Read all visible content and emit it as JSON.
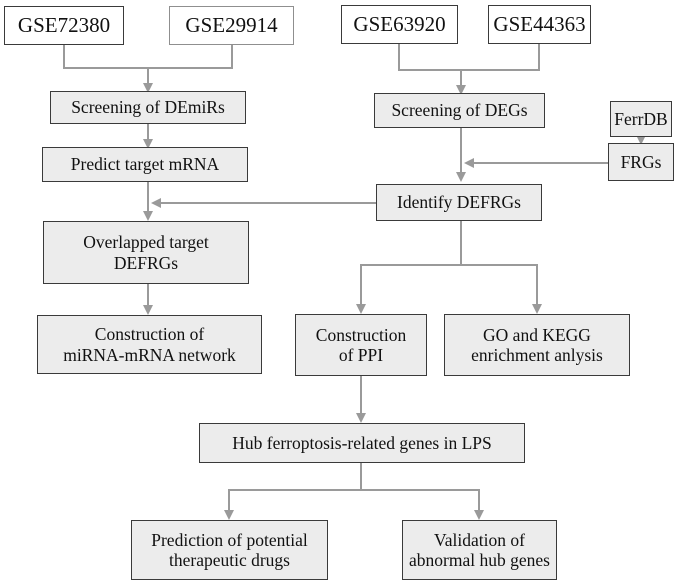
{
  "diagram": {
    "nodes": {
      "gse72380": "GSE72380",
      "gse29914": "GSE29914",
      "gse63920": "GSE63920",
      "gse44363": "GSE44363",
      "ferrdb": "FerrDB",
      "screening_demirs": "Screening of DEmiRs",
      "screening_degs": "Screening of DEGs",
      "predict_target": "Predict target mRNA",
      "frgs": "FRGs",
      "identify_defrgs": "Identify DEFRGs",
      "overlapped": "Overlapped target\nDEFRGs",
      "construction_mirna": "Construction of\nmiRNA-mRNA network",
      "construction_ppi": "Construction\nof PPI",
      "go_kegg": "GO and KEGG\nenrichment anlysis",
      "hub_genes": "Hub ferroptosis-related genes in LPS",
      "prediction_drugs": "Prediction of potential\ntherapeutic drugs",
      "validation": "Validation of\nabnormal hub genes"
    },
    "colors": {
      "box_fill": "#ececec",
      "box_border": "#3a3a3a",
      "arrow": "#9a9a9a"
    }
  }
}
